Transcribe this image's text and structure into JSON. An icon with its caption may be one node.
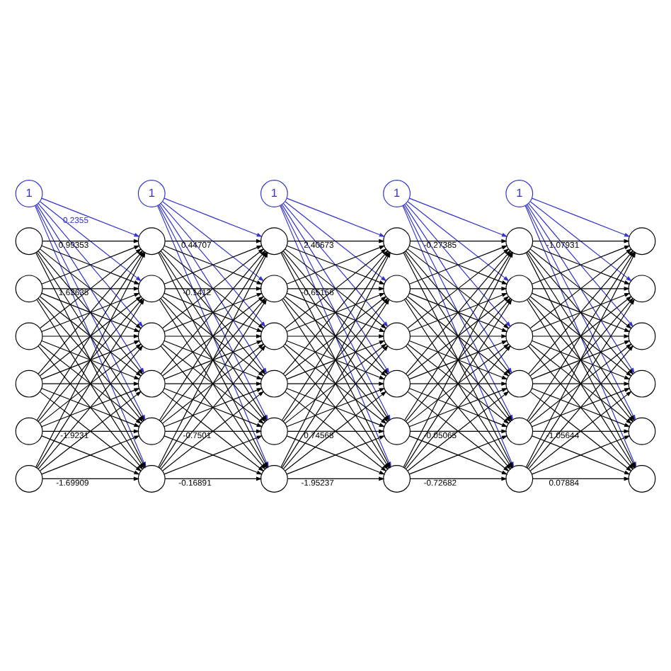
{
  "diagram": {
    "nodes": [
      {
        "text": [
          "1"
        ]
      },
      {
        "text": [
          "1"
        ]
      },
      {
        "text": [
          "1"
        ]
      },
      {
        "text": [
          "1"
        ]
      },
      {
        "text": [
          "1"
        ]
      },
      {
        "text": [],
        "shape": "circle"
      },
      {
        "text": [],
        "shape": "circle"
      },
      {
        "text": [],
        "shape": "circle"
      },
      {
        "text": [],
        "shape": "circle"
      },
      {
        "text": [],
        "shape": "circle"
      },
      {
        "text": [],
        "shape": "circle"
      },
      {
        "text": [],
        "shape": "circle"
      },
      {
        "text": [],
        "shape": "circle"
      },
      {
        "text": [],
        "shape": "circle"
      },
      {
        "text": [],
        "shape": "circle"
      },
      {
        "text": [],
        "shape": "circle"
      },
      {
        "text": [],
        "shape": "circle"
      },
      {
        "text": [],
        "shape": "circle"
      },
      {
        "text": [],
        "shape": "circle"
      },
      {
        "text": [],
        "shape": "circle"
      },
      {
        "text": [],
        "shape": "circle"
      },
      {
        "text": [],
        "shape": "circle"
      },
      {
        "text": [],
        "shape": "circle"
      },
      {
        "text": [],
        "shape": "circle"
      },
      {
        "text": [],
        "shape": "circle"
      },
      {
        "text": [],
        "shape": "circle"
      },
      {
        "text": [],
        "shape": "circle"
      },
      {
        "text": [],
        "shape": "circle"
      },
      {
        "text": [],
        "shape": "circle"
      },
      {
        "text": [],
        "shape": "circle"
      },
      {
        "text": [],
        "shape": "circle"
      },
      {
        "text": [],
        "shape": "circle"
      },
      {
        "text": [],
        "shape": "circle"
      },
      {
        "text": [],
        "shape": "circle"
      },
      {
        "text": [],
        "shape": "circle"
      },
      {
        "text": [],
        "shape": "circle"
      },
      {
        "text": [],
        "shape": "circle"
      },
      {
        "text": [],
        "shape": "circle"
      },
      {
        "text": [],
        "shape": "circle"
      },
      {
        "text": [],
        "shape": "circle"
      },
      {
        "text": [],
        "shape": "circle"
      }
    ],
    "edges": [
      {
        "from": 0,
        "to": 6,
        "arrow": "to",
        "color": "#3333cc",
        "label": "0.2355"
      },
      {
        "from": 0,
        "to": 12,
        "arrow": "to",
        "color": "#3333cc"
      },
      {
        "from": 0,
        "to": 18,
        "arrow": "to",
        "color": "#3333cc"
      },
      {
        "from": 0,
        "to": 24,
        "arrow": "to",
        "color": "#3333cc"
      },
      {
        "from": 0,
        "to": 30,
        "arrow": "to",
        "color": "#3333cc"
      },
      {
        "from": 0,
        "to": 36,
        "arrow": "to",
        "color": "#3333cc"
      },
      {
        "from": 1,
        "to": 7,
        "arrow": "to",
        "color": "#3333cc"
      },
      {
        "from": 1,
        "to": 13,
        "arrow": "to",
        "color": "#3333cc"
      },
      {
        "from": 1,
        "to": 19,
        "arrow": "to",
        "color": "#3333cc"
      },
      {
        "from": 1,
        "to": 25,
        "arrow": "to",
        "color": "#3333cc"
      },
      {
        "from": 1,
        "to": 31,
        "arrow": "to",
        "color": "#3333cc"
      },
      {
        "from": 1,
        "to": 37,
        "arrow": "to",
        "color": "#3333cc"
      },
      {
        "from": 2,
        "to": 8,
        "arrow": "to",
        "color": "#3333cc"
      },
      {
        "from": 2,
        "to": 14,
        "arrow": "to",
        "color": "#3333cc"
      },
      {
        "from": 2,
        "to": 20,
        "arrow": "to",
        "color": "#3333cc"
      },
      {
        "from": 2,
        "to": 26,
        "arrow": "to",
        "color": "#3333cc"
      },
      {
        "from": 2,
        "to": 32,
        "arrow": "to",
        "color": "#3333cc"
      },
      {
        "from": 2,
        "to": 38,
        "arrow": "to",
        "color": "#3333cc"
      },
      {
        "from": 3,
        "to": 9,
        "arrow": "to",
        "color": "#3333cc"
      },
      {
        "from": 3,
        "to": 15,
        "arrow": "to",
        "color": "#3333cc"
      },
      {
        "from": 3,
        "to": 21,
        "arrow": "to",
        "color": "#3333cc"
      },
      {
        "from": 3,
        "to": 27,
        "arrow": "to",
        "color": "#3333cc"
      },
      {
        "from": 3,
        "to": 33,
        "arrow": "to",
        "color": "#3333cc"
      },
      {
        "from": 3,
        "to": 39,
        "arrow": "to",
        "color": "#3333cc"
      },
      {
        "from": 4,
        "to": 10,
        "arrow": "to",
        "color": "#3333cc"
      },
      {
        "from": 4,
        "to": 16,
        "arrow": "to",
        "color": "#3333cc"
      },
      {
        "from": 4,
        "to": 22,
        "arrow": "to",
        "color": "#3333cc"
      },
      {
        "from": 4,
        "to": 28,
        "arrow": "to",
        "color": "#3333cc"
      },
      {
        "from": 4,
        "to": 34,
        "arrow": "to",
        "color": "#3333cc"
      },
      {
        "from": 4,
        "to": 40,
        "arrow": "to",
        "color": "#3333cc"
      },
      {
        "from": 5,
        "to": 6,
        "arrow": "to",
        "label": "0.99353"
      },
      {
        "from": 5,
        "to": 12,
        "arrow": "to"
      },
      {
        "from": 5,
        "to": 18,
        "arrow": "to"
      },
      {
        "from": 5,
        "to": 24,
        "arrow": "to"
      },
      {
        "from": 5,
        "to": 30,
        "arrow": "to"
      },
      {
        "from": 5,
        "to": 36,
        "arrow": "to"
      },
      {
        "from": 11,
        "to": 6,
        "arrow": "to"
      },
      {
        "from": 11,
        "to": 12,
        "arrow": "to",
        "label": "1.63635"
      },
      {
        "from": 11,
        "to": 18,
        "arrow": "to"
      },
      {
        "from": 11,
        "to": 24,
        "arrow": "to"
      },
      {
        "from": 11,
        "to": 30,
        "arrow": "to"
      },
      {
        "from": 11,
        "to": 36,
        "arrow": "to"
      },
      {
        "from": 17,
        "to": 6,
        "arrow": "to"
      },
      {
        "from": 17,
        "to": 12,
        "arrow": "to"
      },
      {
        "from": 17,
        "to": 18,
        "arrow": "to"
      },
      {
        "from": 17,
        "to": 24,
        "arrow": "to"
      },
      {
        "from": 17,
        "to": 30,
        "arrow": "to"
      },
      {
        "from": 17,
        "to": 36,
        "arrow": "to"
      },
      {
        "from": 23,
        "to": 6,
        "arrow": "to"
      },
      {
        "from": 23,
        "to": 12,
        "arrow": "to"
      },
      {
        "from": 23,
        "to": 18,
        "arrow": "to"
      },
      {
        "from": 23,
        "to": 24,
        "arrow": "to"
      },
      {
        "from": 23,
        "to": 30,
        "arrow": "to"
      },
      {
        "from": 23,
        "to": 36,
        "arrow": "to"
      },
      {
        "from": 29,
        "to": 6,
        "arrow": "to"
      },
      {
        "from": 29,
        "to": 12,
        "arrow": "to"
      },
      {
        "from": 29,
        "to": 18,
        "arrow": "to"
      },
      {
        "from": 29,
        "to": 24,
        "arrow": "to"
      },
      {
        "from": 29,
        "to": 30,
        "arrow": "to",
        "label": "-1.9231"
      },
      {
        "from": 29,
        "to": 36,
        "arrow": "to"
      },
      {
        "from": 35,
        "to": 6,
        "arrow": "to"
      },
      {
        "from": 35,
        "to": 12,
        "arrow": "to"
      },
      {
        "from": 35,
        "to": 18,
        "arrow": "to"
      },
      {
        "from": 35,
        "to": 24,
        "arrow": "to"
      },
      {
        "from": 35,
        "to": 30,
        "arrow": "to"
      },
      {
        "from": 35,
        "to": 36,
        "arrow": "to",
        "label": "-1.69909"
      },
      {
        "from": 6,
        "to": 7,
        "arrow": "to",
        "label": "0.44707"
      },
      {
        "from": 6,
        "to": 13,
        "arrow": "to"
      },
      {
        "from": 6,
        "to": 19,
        "arrow": "to"
      },
      {
        "from": 6,
        "to": 25,
        "arrow": "to"
      },
      {
        "from": 6,
        "to": 31,
        "arrow": "to"
      },
      {
        "from": 6,
        "to": 37,
        "arrow": "to"
      },
      {
        "from": 12,
        "to": 7,
        "arrow": "to"
      },
      {
        "from": 12,
        "to": 13,
        "arrow": "to",
        "label": "-0.1412"
      },
      {
        "from": 12,
        "to": 19,
        "arrow": "to"
      },
      {
        "from": 12,
        "to": 25,
        "arrow": "to"
      },
      {
        "from": 12,
        "to": 31,
        "arrow": "to"
      },
      {
        "from": 12,
        "to": 37,
        "arrow": "to"
      },
      {
        "from": 18,
        "to": 7,
        "arrow": "to"
      },
      {
        "from": 18,
        "to": 13,
        "arrow": "to"
      },
      {
        "from": 18,
        "to": 19,
        "arrow": "to"
      },
      {
        "from": 18,
        "to": 25,
        "arrow": "to"
      },
      {
        "from": 18,
        "to": 31,
        "arrow": "to"
      },
      {
        "from": 18,
        "to": 37,
        "arrow": "to"
      },
      {
        "from": 24,
        "to": 7,
        "arrow": "to"
      },
      {
        "from": 24,
        "to": 13,
        "arrow": "to"
      },
      {
        "from": 24,
        "to": 19,
        "arrow": "to"
      },
      {
        "from": 24,
        "to": 25,
        "arrow": "to"
      },
      {
        "from": 24,
        "to": 31,
        "arrow": "to"
      },
      {
        "from": 24,
        "to": 37,
        "arrow": "to"
      },
      {
        "from": 30,
        "to": 7,
        "arrow": "to"
      },
      {
        "from": 30,
        "to": 13,
        "arrow": "to"
      },
      {
        "from": 30,
        "to": 19,
        "arrow": "to"
      },
      {
        "from": 30,
        "to": 25,
        "arrow": "to"
      },
      {
        "from": 30,
        "to": 31,
        "arrow": "to",
        "label": "-0.7501"
      },
      {
        "from": 30,
        "to": 37,
        "arrow": "to"
      },
      {
        "from": 36,
        "to": 7,
        "arrow": "to"
      },
      {
        "from": 36,
        "to": 13,
        "arrow": "to"
      },
      {
        "from": 36,
        "to": 19,
        "arrow": "to"
      },
      {
        "from": 36,
        "to": 25,
        "arrow": "to"
      },
      {
        "from": 36,
        "to": 31,
        "arrow": "to"
      },
      {
        "from": 36,
        "to": 37,
        "arrow": "to",
        "label": "-0.16891"
      },
      {
        "from": 7,
        "to": 8,
        "arrow": "to",
        "label": "2.40673"
      },
      {
        "from": 7,
        "to": 14,
        "arrow": "to"
      },
      {
        "from": 7,
        "to": 20,
        "arrow": "to"
      },
      {
        "from": 7,
        "to": 26,
        "arrow": "to"
      },
      {
        "from": 7,
        "to": 32,
        "arrow": "to"
      },
      {
        "from": 7,
        "to": 38,
        "arrow": "to"
      },
      {
        "from": 13,
        "to": 8,
        "arrow": "to"
      },
      {
        "from": 13,
        "to": 14,
        "arrow": "to",
        "label": "-0.65156"
      },
      {
        "from": 13,
        "to": 20,
        "arrow": "to"
      },
      {
        "from": 13,
        "to": 26,
        "arrow": "to"
      },
      {
        "from": 13,
        "to": 32,
        "arrow": "to"
      },
      {
        "from": 13,
        "to": 38,
        "arrow": "to"
      },
      {
        "from": 19,
        "to": 8,
        "arrow": "to"
      },
      {
        "from": 19,
        "to": 14,
        "arrow": "to"
      },
      {
        "from": 19,
        "to": 20,
        "arrow": "to"
      },
      {
        "from": 19,
        "to": 26,
        "arrow": "to"
      },
      {
        "from": 19,
        "to": 32,
        "arrow": "to"
      },
      {
        "from": 19,
        "to": 38,
        "arrow": "to"
      },
      {
        "from": 25,
        "to": 8,
        "arrow": "to"
      },
      {
        "from": 25,
        "to": 14,
        "arrow": "to"
      },
      {
        "from": 25,
        "to": 20,
        "arrow": "to"
      },
      {
        "from": 25,
        "to": 26,
        "arrow": "to"
      },
      {
        "from": 25,
        "to": 32,
        "arrow": "to"
      },
      {
        "from": 25,
        "to": 38,
        "arrow": "to"
      },
      {
        "from": 31,
        "to": 8,
        "arrow": "to"
      },
      {
        "from": 31,
        "to": 14,
        "arrow": "to"
      },
      {
        "from": 31,
        "to": 20,
        "arrow": "to"
      },
      {
        "from": 31,
        "to": 26,
        "arrow": "to"
      },
      {
        "from": 31,
        "to": 32,
        "arrow": "to",
        "label": "0.74568"
      },
      {
        "from": 31,
        "to": 38,
        "arrow": "to"
      },
      {
        "from": 37,
        "to": 8,
        "arrow": "to"
      },
      {
        "from": 37,
        "to": 14,
        "arrow": "to"
      },
      {
        "from": 37,
        "to": 20,
        "arrow": "to"
      },
      {
        "from": 37,
        "to": 26,
        "arrow": "to"
      },
      {
        "from": 37,
        "to": 32,
        "arrow": "to"
      },
      {
        "from": 37,
        "to": 38,
        "arrow": "to",
        "label": "-1.95237"
      },
      {
        "from": 8,
        "to": 9,
        "arrow": "to",
        "label": "-0.27385"
      },
      {
        "from": 8,
        "to": 15,
        "arrow": "to"
      },
      {
        "from": 8,
        "to": 21,
        "arrow": "to"
      },
      {
        "from": 8,
        "to": 27,
        "arrow": "to"
      },
      {
        "from": 8,
        "to": 33,
        "arrow": "to"
      },
      {
        "from": 8,
        "to": 39,
        "arrow": "to"
      },
      {
        "from": 14,
        "to": 9,
        "arrow": "to"
      },
      {
        "from": 14,
        "to": 15,
        "arrow": "to"
      },
      {
        "from": 14,
        "to": 21,
        "arrow": "to"
      },
      {
        "from": 14,
        "to": 27,
        "arrow": "to"
      },
      {
        "from": 14,
        "to": 33,
        "arrow": "to"
      },
      {
        "from": 14,
        "to": 39,
        "arrow": "to"
      },
      {
        "from": 20,
        "to": 9,
        "arrow": "to"
      },
      {
        "from": 20,
        "to": 15,
        "arrow": "to"
      },
      {
        "from": 20,
        "to": 21,
        "arrow": "to"
      },
      {
        "from": 20,
        "to": 27,
        "arrow": "to"
      },
      {
        "from": 20,
        "to": 33,
        "arrow": "to"
      },
      {
        "from": 20,
        "to": 39,
        "arrow": "to"
      },
      {
        "from": 26,
        "to": 9,
        "arrow": "to"
      },
      {
        "from": 26,
        "to": 15,
        "arrow": "to"
      },
      {
        "from": 26,
        "to": 21,
        "arrow": "to"
      },
      {
        "from": 26,
        "to": 27,
        "arrow": "to"
      },
      {
        "from": 26,
        "to": 33,
        "arrow": "to"
      },
      {
        "from": 26,
        "to": 39,
        "arrow": "to"
      },
      {
        "from": 32,
        "to": 9,
        "arrow": "to"
      },
      {
        "from": 32,
        "to": 15,
        "arrow": "to"
      },
      {
        "from": 32,
        "to": 21,
        "arrow": "to"
      },
      {
        "from": 32,
        "to": 27,
        "arrow": "to"
      },
      {
        "from": 32,
        "to": 33,
        "arrow": "to",
        "label": "-0.05065"
      },
      {
        "from": 32,
        "to": 39,
        "arrow": "to"
      },
      {
        "from": 38,
        "to": 9,
        "arrow": "to"
      },
      {
        "from": 38,
        "to": 15,
        "arrow": "to"
      },
      {
        "from": 38,
        "to": 21,
        "arrow": "to"
      },
      {
        "from": 38,
        "to": 27,
        "arrow": "to"
      },
      {
        "from": 38,
        "to": 33,
        "arrow": "to"
      },
      {
        "from": 38,
        "to": 39,
        "arrow": "to",
        "label": "-0.72682"
      },
      {
        "from": 9,
        "to": 10,
        "arrow": "to",
        "label": "-1.07931"
      },
      {
        "from": 9,
        "to": 16,
        "arrow": "to"
      },
      {
        "from": 9,
        "to": 22,
        "arrow": "to"
      },
      {
        "from": 9,
        "to": 28,
        "arrow": "to"
      },
      {
        "from": 9,
        "to": 34,
        "arrow": "to"
      },
      {
        "from": 9,
        "to": 40,
        "arrow": "to"
      },
      {
        "from": 15,
        "to": 10,
        "arrow": "to"
      },
      {
        "from": 15,
        "to": 16,
        "arrow": "to"
      },
      {
        "from": 15,
        "to": 22,
        "arrow": "to"
      },
      {
        "from": 15,
        "to": 28,
        "arrow": "to"
      },
      {
        "from": 15,
        "to": 34,
        "arrow": "to"
      },
      {
        "from": 15,
        "to": 40,
        "arrow": "to"
      },
      {
        "from": 21,
        "to": 10,
        "arrow": "to"
      },
      {
        "from": 21,
        "to": 16,
        "arrow": "to"
      },
      {
        "from": 21,
        "to": 22,
        "arrow": "to"
      },
      {
        "from": 21,
        "to": 28,
        "arrow": "to"
      },
      {
        "from": 21,
        "to": 34,
        "arrow": "to"
      },
      {
        "from": 21,
        "to": 40,
        "arrow": "to"
      },
      {
        "from": 27,
        "to": 10,
        "arrow": "to"
      },
      {
        "from": 27,
        "to": 16,
        "arrow": "to"
      },
      {
        "from": 27,
        "to": 22,
        "arrow": "to"
      },
      {
        "from": 27,
        "to": 28,
        "arrow": "to"
      },
      {
        "from": 27,
        "to": 34,
        "arrow": "to"
      },
      {
        "from": 27,
        "to": 40,
        "arrow": "to"
      },
      {
        "from": 33,
        "to": 10,
        "arrow": "to"
      },
      {
        "from": 33,
        "to": 16,
        "arrow": "to"
      },
      {
        "from": 33,
        "to": 22,
        "arrow": "to"
      },
      {
        "from": 33,
        "to": 28,
        "arrow": "to"
      },
      {
        "from": 33,
        "to": 34,
        "arrow": "to",
        "label": "-1.05644"
      },
      {
        "from": 33,
        "to": 40,
        "arrow": "to"
      },
      {
        "from": 39,
        "to": 10,
        "arrow": "to"
      },
      {
        "from": 39,
        "to": 16,
        "arrow": "to"
      },
      {
        "from": 39,
        "to": 22,
        "arrow": "to"
      },
      {
        "from": 39,
        "to": 28,
        "arrow": "to"
      },
      {
        "from": 39,
        "to": 34,
        "arrow": "to"
      },
      {
        "from": 39,
        "to": 40,
        "arrow": "to",
        "label": "0.07884"
      }
    ]
  }
}
